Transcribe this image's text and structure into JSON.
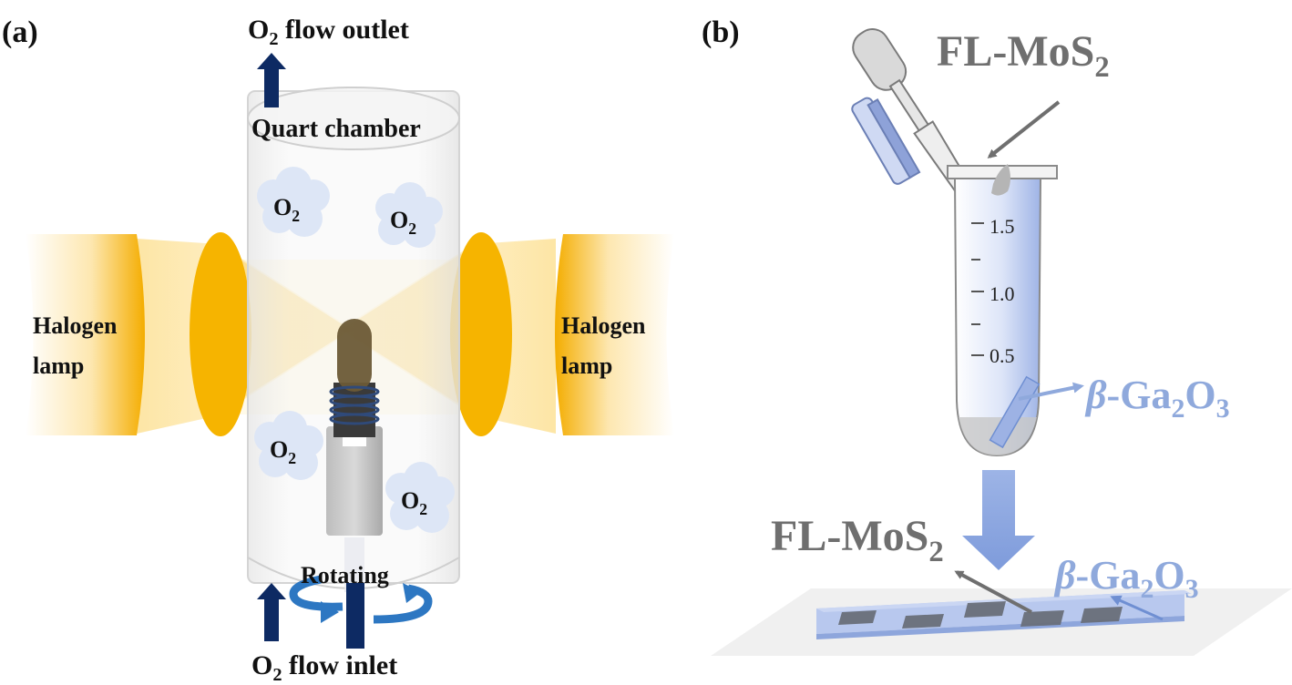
{
  "panel_a": {
    "label": "(a)",
    "outlet": {
      "prefix": "O",
      "sub": "2",
      "suffix": " flow outlet"
    },
    "inlet": {
      "prefix": "O",
      "sub": "2",
      "suffix": " flow inlet"
    },
    "chamber_label": "Quart chamber",
    "lamp_left": [
      "Halogen",
      "lamp"
    ],
    "lamp_right": [
      "Halogen",
      "lamp"
    ],
    "rotating_label": "Rotating",
    "o2_clouds": [
      {
        "main": "O",
        "sub": "2"
      },
      {
        "main": "O",
        "sub": "2"
      },
      {
        "main": "O",
        "sub": "2"
      },
      {
        "main": "O",
        "sub": "2"
      }
    ]
  },
  "panel_b": {
    "label": "(b)",
    "pipette_label": {
      "main": "FL-MoS",
      "sub": "2"
    },
    "tube_scale": [
      "1.5",
      "1.0",
      "0.5"
    ],
    "tube_sample_label": {
      "prefix": "β",
      "main": "-Ga",
      "sub1": "2",
      "mid": "O",
      "sub2": "3"
    },
    "substrate_mos2_label": {
      "main": "FL-MoS",
      "sub": "2"
    },
    "substrate_ga2o3_label": {
      "prefix": "β",
      "main": "-Ga",
      "sub1": "2",
      "mid": "O",
      "sub2": "3"
    }
  },
  "colors": {
    "navy": "#0d2a63",
    "lamp_orange": "#f6b400",
    "beam_yellow": "#fde9a8",
    "blue_label": "#8fa9dc",
    "gray_label": "#6f6f6f",
    "tube_blue": "#a9bce8",
    "rotate_blue": "#2d77c2"
  }
}
